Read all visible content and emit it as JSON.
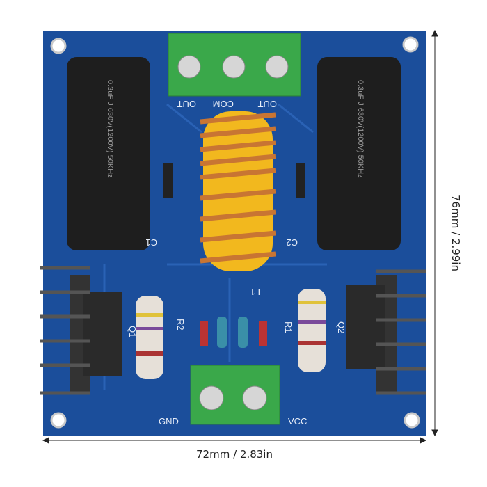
{
  "dimensions": {
    "width_label": "72mm / 2.83in",
    "height_label": "76mm / 2.99in"
  },
  "silkscreen": {
    "out_left": "OUT",
    "com": "COM",
    "out_right": "OUT",
    "c1": "C1",
    "c2": "C2",
    "r1": "R1",
    "r2": "R2",
    "l1": "L1",
    "q1": "Q1",
    "q2": "Q2",
    "gnd": "GND",
    "vcc": "VCC"
  },
  "capacitor_text": "0.3uF J 630V(1200V) 50KHz",
  "colors": {
    "board": "#1b4e9b",
    "terminal": "#3aa84a",
    "coil": "#c87533",
    "core": "#f2b81e"
  }
}
